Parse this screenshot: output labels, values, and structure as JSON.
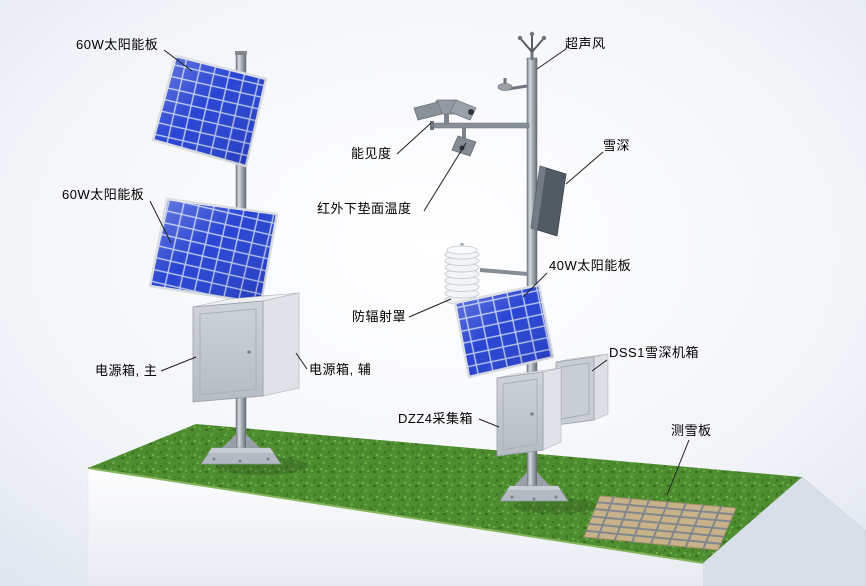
{
  "diagram": {
    "labels": [
      {
        "id": "solar-60w-upper",
        "text": "60W太阳能板"
      },
      {
        "id": "solar-60w-lower",
        "text": "60W太阳能板"
      },
      {
        "id": "ultrasonic-wind",
        "text": "超声风"
      },
      {
        "id": "visibility",
        "text": "能见度"
      },
      {
        "id": "infrared-surface-temp",
        "text": "红外下垫面温度"
      },
      {
        "id": "snow-depth",
        "text": "雪深"
      },
      {
        "id": "solar-40w",
        "text": "40W太阳能板"
      },
      {
        "id": "radiation-shield",
        "text": "防辐射罩"
      },
      {
        "id": "dss1-snow-depth-cabinet",
        "text": "DSS1雪深机箱"
      },
      {
        "id": "power-box-main",
        "text": "电源箱, 主"
      },
      {
        "id": "power-box-aux",
        "text": "电源箱, 辅"
      },
      {
        "id": "dzz4-collector-box",
        "text": "DZZ4采集箱"
      },
      {
        "id": "snow-measure-board",
        "text": "测雪板"
      }
    ],
    "colors": {
      "solar_panel_blue": "#1e3bd0",
      "grass_green": "#4e8c30",
      "label_text": "#000000",
      "pole_gray": "#9aa1a9",
      "snow_board_tan": "#c8b28a"
    }
  }
}
